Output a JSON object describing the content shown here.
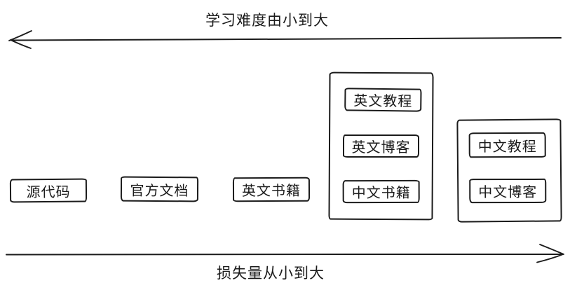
{
  "axes": {
    "top": {
      "label": "学习难度由小到大",
      "direction": "left"
    },
    "bottom": {
      "label": "损失量从小到大",
      "direction": "right"
    }
  },
  "boxes": [
    {
      "label": "源代码"
    },
    {
      "label": "官方文档"
    },
    {
      "label": "英文书籍"
    }
  ],
  "groups": [
    {
      "items": [
        {
          "label": "英文教程"
        },
        {
          "label": "英文博客"
        },
        {
          "label": "中文书籍"
        }
      ]
    },
    {
      "items": [
        {
          "label": "中文教程"
        },
        {
          "label": "中文博客"
        }
      ]
    }
  ],
  "colors": {
    "stroke": "#1b1b1b",
    "background": "#ffffff"
  }
}
